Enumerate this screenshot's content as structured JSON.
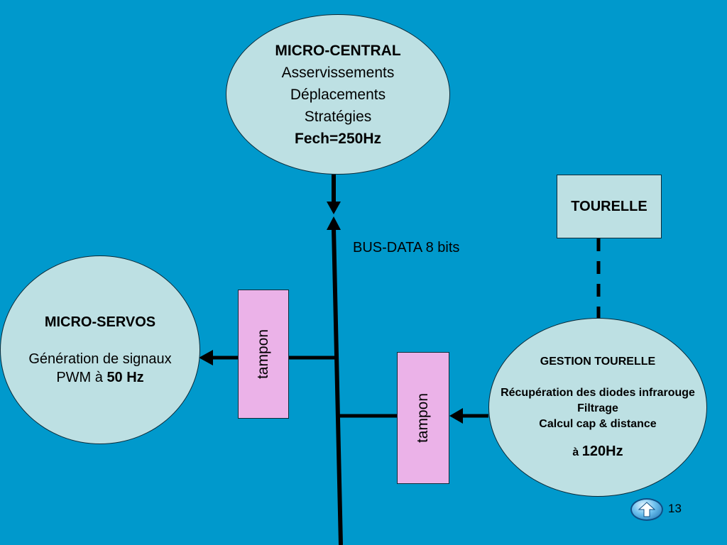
{
  "micro_central": {
    "title": "MICRO-CENTRAL",
    "lines": [
      "Asservissements",
      "Déplacements",
      "Stratégies"
    ],
    "freq": "Fech=250Hz"
  },
  "micro_servos": {
    "title": "MICRO-SERVOS",
    "line1": "Génération de signaux",
    "line2_prefix": "PWM à ",
    "line2_bold": "50 Hz"
  },
  "gestion_tourelle": {
    "title": "GESTION TOURELLE",
    "lines": [
      "Récupération des diodes infrarouge",
      "Filtrage",
      "Calcul cap & distance"
    ],
    "freq_prefix": "à ",
    "freq_value": "120Hz"
  },
  "tourelle": {
    "label": "TOURELLE"
  },
  "tampon_left": {
    "label": "tampon"
  },
  "tampon_right": {
    "label": "tampon"
  },
  "bus": {
    "label": "BUS-DATA 8 bits"
  },
  "page": {
    "number": "13"
  },
  "colors": {
    "background": "#0099cc",
    "node_fill": "#bde0e3",
    "buffer_fill": "#ebb2e8",
    "wire": "#000000"
  }
}
